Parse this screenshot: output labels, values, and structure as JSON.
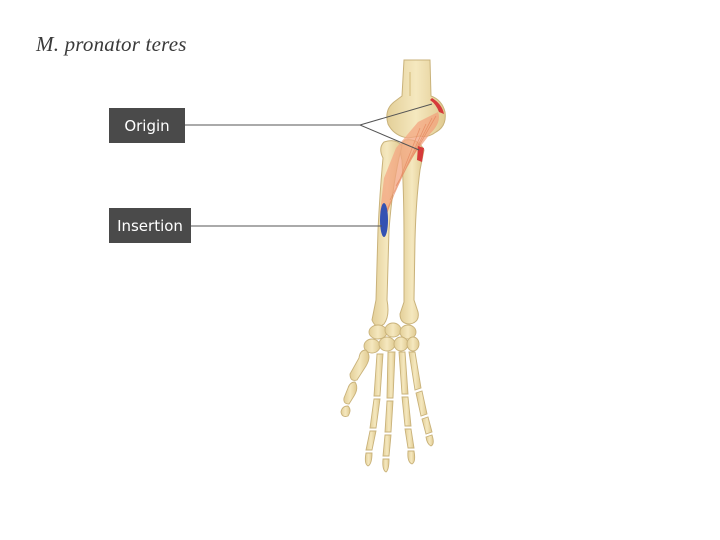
{
  "slide": {
    "title": "M. pronator teres"
  },
  "labels": {
    "origin": "Origin",
    "insertion": "Insertion"
  },
  "colors": {
    "bone": "#f0dfae",
    "bone_stroke": "#c9b27a",
    "muscle": "#f2a27a",
    "origin_mark": "#d63a3a",
    "insertion_mark": "#3452b3",
    "label_bg": "#4a4a4a",
    "leader_line": "#555555"
  }
}
